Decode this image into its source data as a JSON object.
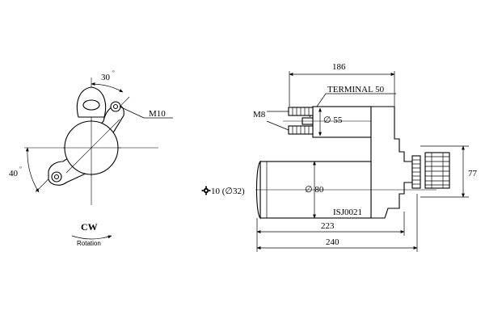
{
  "front_view": {
    "angle_top": "30",
    "angle_left": "40",
    "degree_symbol": "°",
    "thread_label": "M10",
    "rotation_direction": "CW",
    "rotation_caption": "Rotation"
  },
  "side_view": {
    "overall_length": "240",
    "body_length": "223",
    "solenoid_length": "186",
    "solenoid_diameter": "∅ 55",
    "motor_diameter": "∅ 80",
    "pinion_height": "77",
    "terminal_label": "TERMINAL 50",
    "stud_label": "M8",
    "teeth_label": "10 (∅32)",
    "part_code": "ISJ0021"
  }
}
